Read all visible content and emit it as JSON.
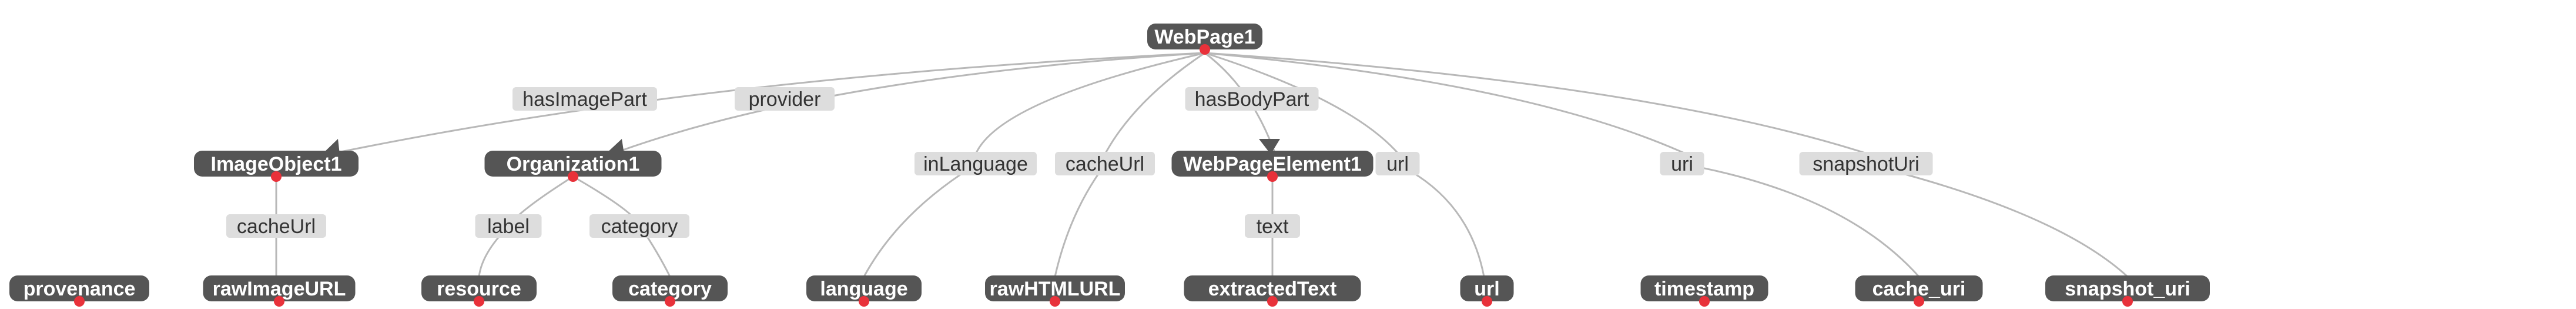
{
  "nodes": {
    "webpage1": "WebPage1",
    "imageobject1": "ImageObject1",
    "organization1": "Organization1",
    "webpageelement1": "WebPageElement1",
    "provenance": "provenance",
    "rawimageurl": "rawImageURL",
    "resource": "resource",
    "category": "category",
    "language": "language",
    "rawhtmlurl": "rawHTMLURL",
    "extractedtext": "extractedText",
    "url": "url",
    "timestamp": "timestamp",
    "cache_uri": "cache_uri",
    "snapshot_uri": "snapshot_uri"
  },
  "edges": {
    "hasimagepart": "hasImagePart",
    "provider": "provider",
    "inlanguage": "inLanguage",
    "cacheurl_webpage": "cacheUrl",
    "hasbodypart": "hasBodyPart",
    "url": "url",
    "uri": "uri",
    "snapshoturi": "snapshotUri",
    "cacheurl_image": "cacheUrl",
    "label": "label",
    "category": "category",
    "text": "text"
  },
  "colors": {
    "node_fill": "#555555",
    "node_text": "#ffffff",
    "edge_label_fill": "#dddddd",
    "edge_line": "#b8b8b8",
    "port_dot": "#e8313a"
  }
}
